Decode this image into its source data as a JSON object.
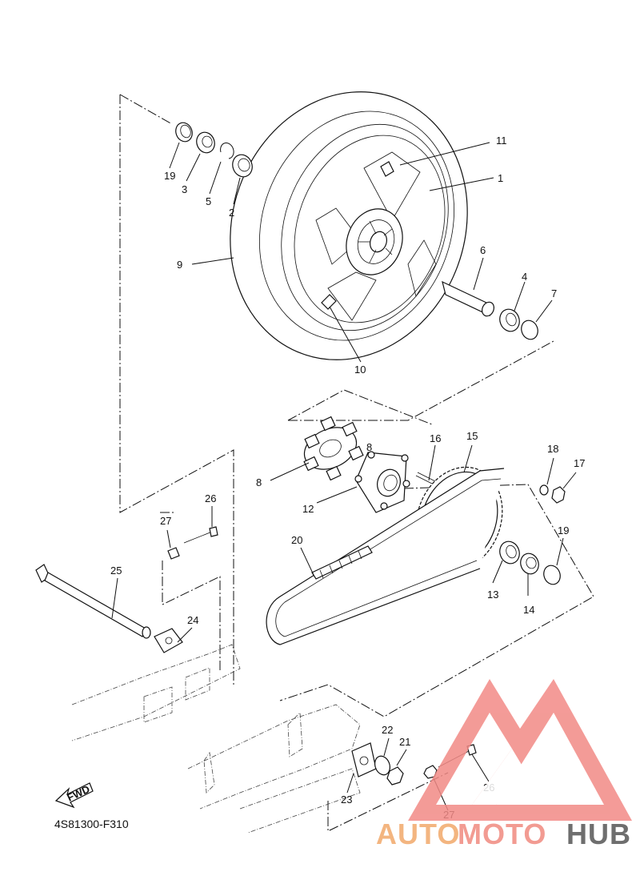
{
  "diagram_code": "4S81300-F310",
  "fwd_label": "FWD",
  "callouts": [
    "1",
    "2",
    "3",
    "4",
    "5",
    "6",
    "7",
    "8",
    "8",
    "9",
    "10",
    "11",
    "12",
    "13",
    "14",
    "15",
    "16",
    "17",
    "18",
    "19",
    "19",
    "20",
    "21",
    "22",
    "23",
    "24",
    "25",
    "26",
    "26",
    "27",
    "27"
  ],
  "watermark": {
    "part1": "AUTO",
    "part2": "MOTO",
    "part3": "HUB",
    "colors": {
      "auto": "#f2a96b",
      "moto": "#f08a80",
      "hub": "#555555",
      "logo": "#f28a86"
    }
  }
}
